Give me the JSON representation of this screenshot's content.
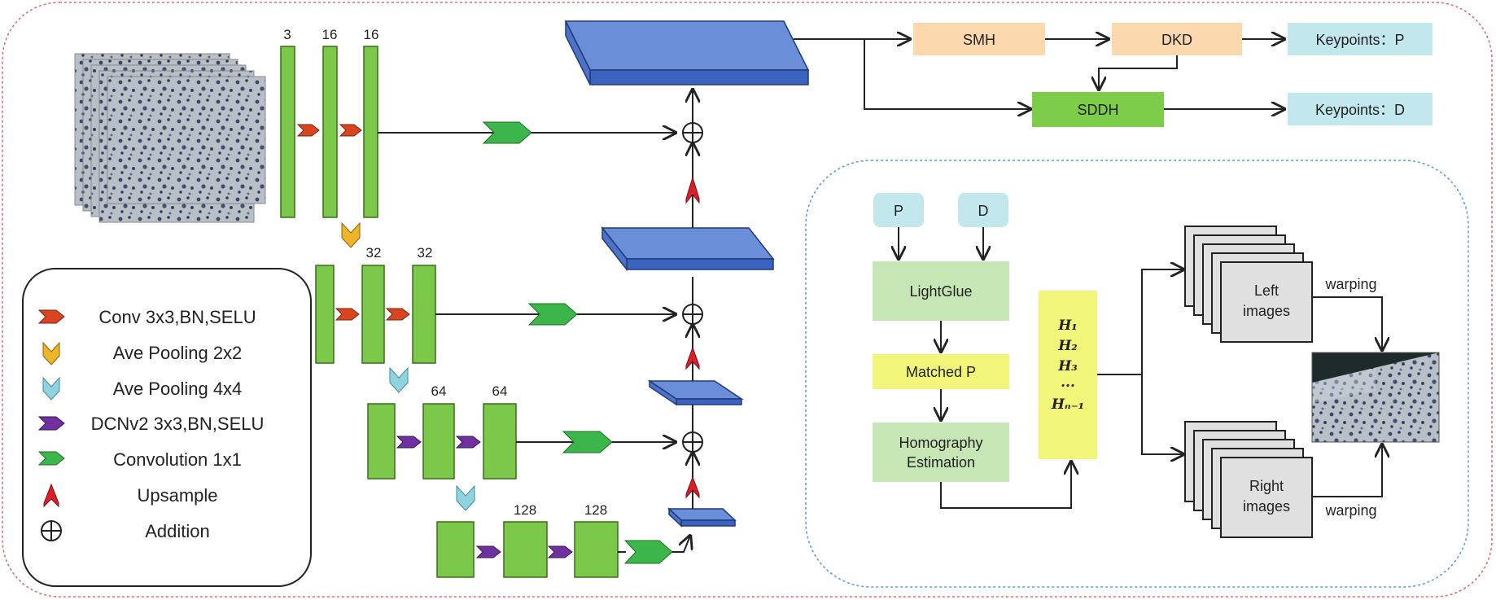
{
  "colors": {
    "green_block": "#7cc84a",
    "blue_plate": "#6a8fd8",
    "conv_arrow": "#d9451f",
    "avepool2": "#f0b429",
    "avepool4": "#8fd3e0",
    "dcn_arrow": "#7030a0",
    "conv1x1": "#3cb54a",
    "upsample": "#d81f2a",
    "smh_dkd": "#fbd8ae",
    "sddh": "#7ccc4a",
    "keypoints": "#c2e8ee",
    "lightglue": "#c6e6b5",
    "matched": "#f1f57a",
    "hmatrix": "#f1f57a",
    "outer_border": "#e26a6a",
    "inner_border": "#5aa0d8"
  },
  "icons": [
    "conv-arrow-icon",
    "ave-pooling-2x2-icon",
    "ave-pooling-4x4-icon",
    "dcnv2-arrow-icon",
    "convolution-1x1-icon",
    "upsample-icon",
    "addition-icon"
  ],
  "channels": {
    "c1": "3",
    "c2": "16",
    "c3": "16",
    "c4": "32",
    "c5": "32",
    "c6": "64",
    "c7": "64",
    "c8": "128",
    "c9": "128"
  },
  "legend": {
    "conv": "Conv 3x3,BN,SELU",
    "avepool2": "Ave Pooling 2x2",
    "avepool4": "Ave Pooling 4x4",
    "dcn": "DCNv2 3x3,BN,SELU",
    "conv1x1": "Convolution 1x1",
    "upsample": "Upsample",
    "addition": "Addition"
  },
  "heads": {
    "smh": "SMH",
    "dkd": "DKD",
    "sddh": "SDDH",
    "kp_p": "Keypoints：P",
    "kp_d": "Keypoints：D"
  },
  "matching": {
    "p": "P",
    "d": "D",
    "lightglue": "LightGlue",
    "matched": "Matched P",
    "homography_1": "Homography",
    "homography_2": "Estimation",
    "h1": "H₁",
    "h2": "H₂",
    "h3": "H₃",
    "hdots": "...",
    "hn": "Hₙ₋₁",
    "left_1": "Left",
    "left_2": "images",
    "right_1": "Right",
    "right_2": "images",
    "warp_top": "warping",
    "warp_bottom": "warping"
  }
}
